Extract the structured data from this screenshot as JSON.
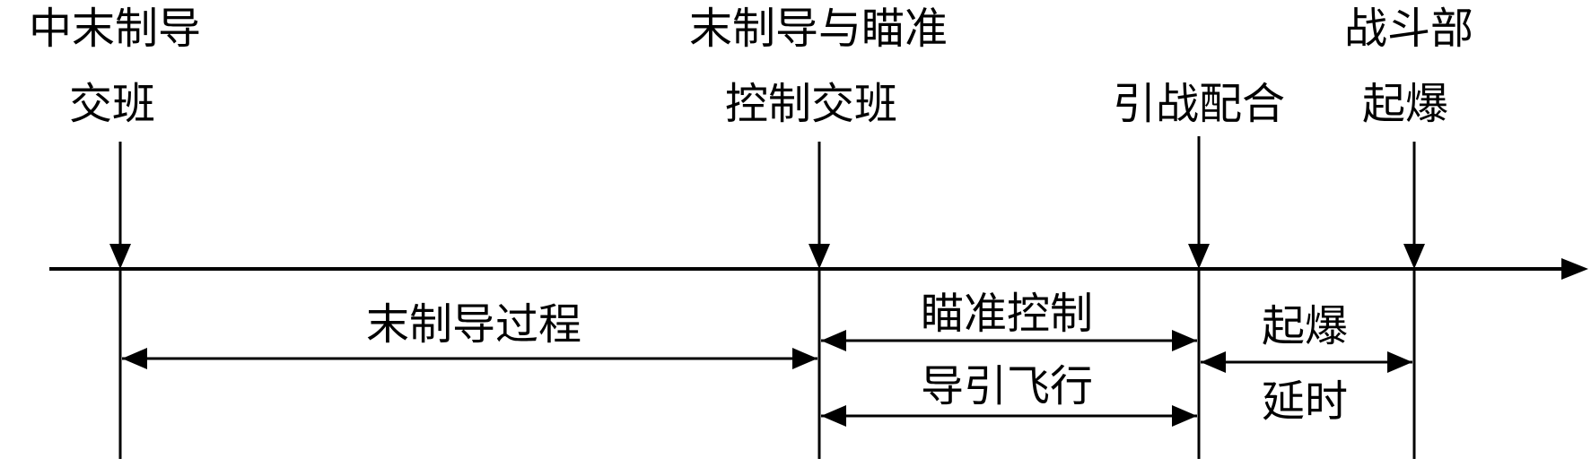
{
  "colors": {
    "ink": "#000000",
    "background": "#ffffff"
  },
  "events": [
    {
      "id": "handover",
      "lines": [
        "中末制导",
        "交班"
      ]
    },
    {
      "id": "aim",
      "lines": [
        "末制导与瞄准",
        "控制交班"
      ]
    },
    {
      "id": "fuze",
      "lines": [
        "引战配合"
      ]
    },
    {
      "id": "detonate",
      "lines": [
        "战斗部",
        "起爆"
      ]
    }
  ],
  "intervals": [
    {
      "id": "terminal",
      "lines": [
        "末制导过程"
      ]
    },
    {
      "id": "aim-ctrl",
      "lines": [
        "瞄准控制"
      ]
    },
    {
      "id": "guided",
      "lines": [
        "导引飞行"
      ]
    },
    {
      "id": "delay",
      "lines": [
        "起爆",
        "延时"
      ]
    }
  ]
}
